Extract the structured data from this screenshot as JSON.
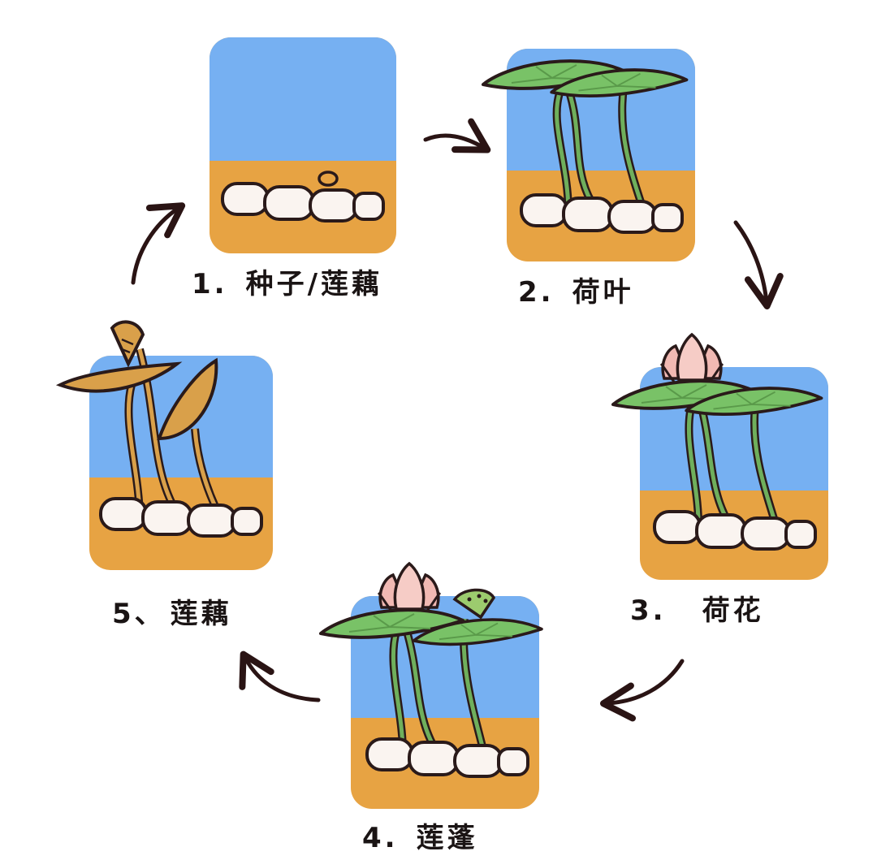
{
  "title": "",
  "palette": {
    "sky": "#76B0F2",
    "soil": "#E7A343",
    "root": "#FAF4F0",
    "leaf": "#79C267",
    "stem": "#6FAF5C",
    "flower": "#F1B9B3",
    "withered": "#D9A04A",
    "outline": "#2A1A1A",
    "arrow": "#2A1414"
  },
  "stages": [
    {
      "id": 1,
      "number": "1.",
      "name": "种子/莲藕",
      "image": "seed-and-root"
    },
    {
      "id": 2,
      "number": "2.",
      "name": "荷叶",
      "image": "lotus-leaves"
    },
    {
      "id": 3,
      "number": "3.",
      "name": "荷花",
      "image": "lotus-flower"
    },
    {
      "id": 4,
      "number": "4.",
      "name": "莲蓬",
      "image": "lotus-seedpod"
    },
    {
      "id": 5,
      "number": "5、",
      "name": "莲藕",
      "image": "withered-lotus-root"
    }
  ],
  "cycle": [
    {
      "from": 1,
      "to": 2
    },
    {
      "from": 2,
      "to": 3
    },
    {
      "from": 3,
      "to": 4
    },
    {
      "from": 4,
      "to": 5
    },
    {
      "from": 5,
      "to": 1
    }
  ]
}
